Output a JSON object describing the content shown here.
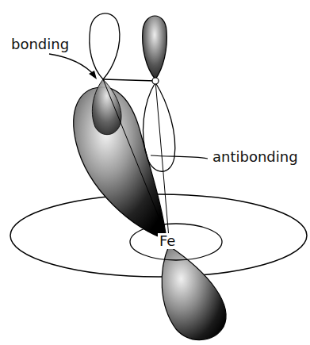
{
  "diagram": {
    "labels": [
      "bonding",
      "antibonding",
      "Fe"
    ]
  }
}
